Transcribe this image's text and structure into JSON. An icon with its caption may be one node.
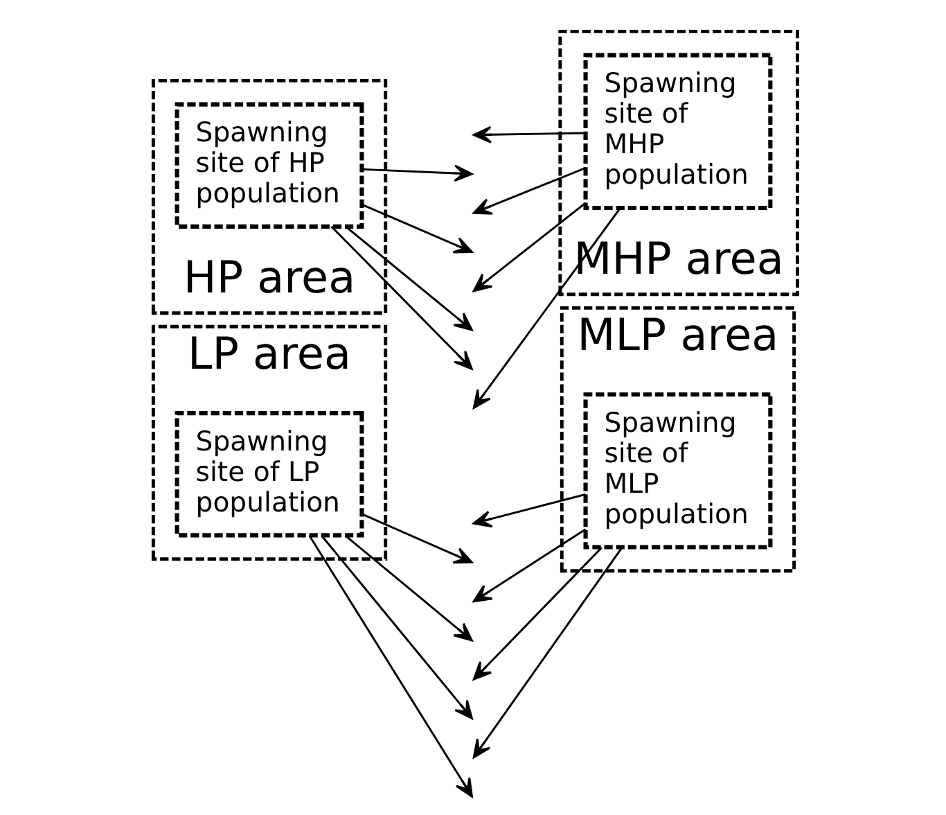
{
  "diagram": {
    "nodes": [
      {
        "text": [
          "LP area"
        ]
      },
      {
        "text": [
          "Spawning site of LP population"
        ],
        "in": 0
      },
      {
        "text": [
          "MLP area"
        ]
      },
      {
        "text": [
          "Spawning site of MLP population"
        ],
        "in": 2
      },
      {
        "text": [
          "HP area"
        ]
      },
      {
        "text": [
          "Spawning site of HP population"
        ],
        "in": 4
      },
      {
        "text": [
          "MHP area"
        ]
      },
      {
        "text": [
          "Spawning site of MHP population"
        ],
        "in": 6
      }
    ],
    "edges": [
      {
        "from": 1,
        "to": null,
        "arrow": "to"
      },
      {
        "from": 3,
        "to": null,
        "arrow": "to"
      },
      {
        "from": 1,
        "to": null,
        "arrow": "to"
      },
      {
        "from": 3,
        "to": null,
        "arrow": "to"
      },
      {
        "from": 1,
        "to": null,
        "arrow": "to"
      },
      {
        "from": 7,
        "to": null,
        "arrow": "to"
      },
      {
        "from": 5,
        "to": null,
        "arrow": "to"
      },
      {
        "from": 3,
        "to": null,
        "arrow": "to"
      },
      {
        "from": 5,
        "to": null,
        "arrow": "to"
      },
      {
        "from": 1,
        "to": null,
        "arrow": "to"
      },
      {
        "from": 7,
        "to": null,
        "arrow": "to"
      },
      {
        "from": 3,
        "to": null,
        "arrow": "to"
      },
      {
        "from": 5,
        "to": null,
        "arrow": "to"
      },
      {
        "from": 7,
        "to": null,
        "arrow": "to"
      },
      {
        "from": 5,
        "to": null,
        "arrow": "to"
      },
      {
        "from": 7,
        "to": null,
        "arrow": "to"
      }
    ]
  }
}
